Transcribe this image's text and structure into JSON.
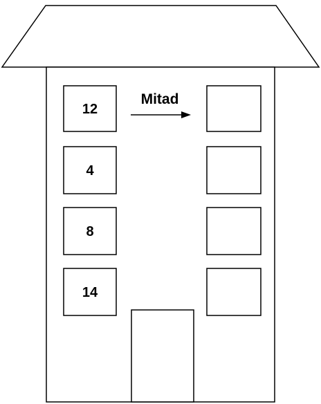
{
  "operation": {
    "label": "Mitad"
  },
  "left_windows": [
    "12",
    "4",
    "8",
    "14"
  ],
  "right_windows": [
    "",
    "",
    "",
    ""
  ],
  "colors": {
    "stroke": "#000000",
    "fill": "#ffffff"
  }
}
